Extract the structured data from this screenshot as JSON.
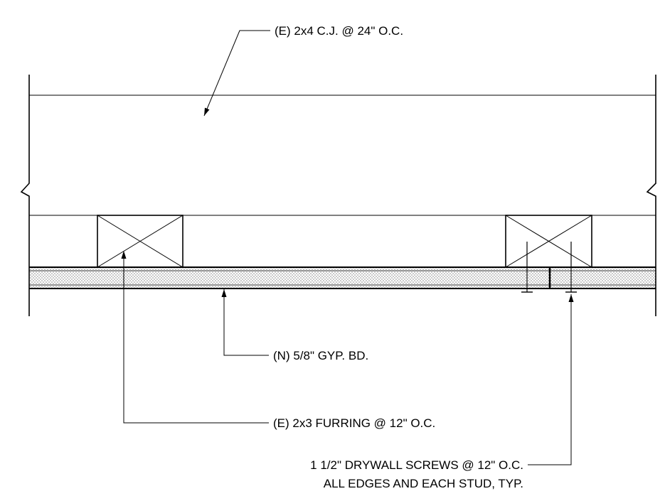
{
  "labels": {
    "ceiling_joist": "(E) 2x4 C.J. @ 24\" O.C.",
    "gypsum_board": "(N) 5/8\" GYP. BD.",
    "furring": "(E) 2x3 FURRING @ 12\" O.C.",
    "screws_line1": "1 1/2\" DRYWALL SCREWS @ 12\" O.C.",
    "screws_line2": "ALL EDGES AND EACH STUD, TYP."
  }
}
